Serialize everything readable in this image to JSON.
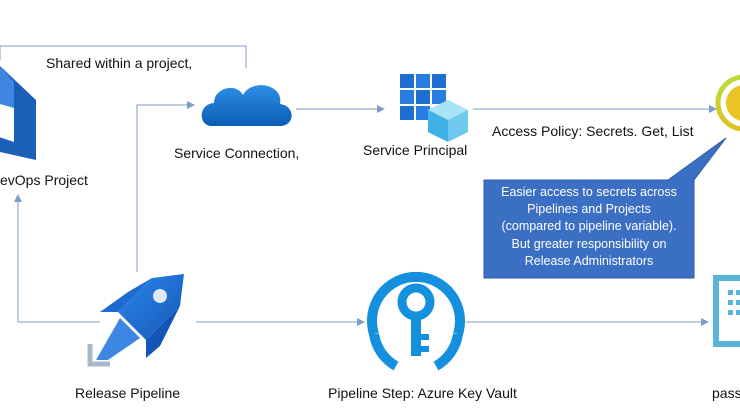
{
  "labels": {
    "shared_within": "Shared within a project,",
    "devops_project": "evOps Project",
    "service_connection": "Service Connection,",
    "service_principal": "Service Principal",
    "access_policy": "Access Policy: Secrets. Get, List",
    "release_pipeline": "Release Pipeline",
    "pipeline_step": "Pipeline Step: Azure Key Vault",
    "pass_cut": "pass"
  },
  "callout": {
    "lines": [
      "Easier access to secrets across",
      "Pipelines and Projects",
      "(compared to pipeline variable).",
      "But greater responsibility on",
      "Release Administrators"
    ]
  },
  "colors": {
    "arrow": "#7f9cc9",
    "azure_blue": "#0078d4",
    "devops_blue": "#1c5fb8",
    "callout_fill": "#3b6fc4",
    "vault_blue": "#1490df"
  },
  "icons": [
    "azure-devops-icon",
    "cloud-icon",
    "service-principal-icon",
    "key-vault-circle-icon",
    "rocket-pipeline-icon",
    "key-icon",
    "building-icon"
  ]
}
